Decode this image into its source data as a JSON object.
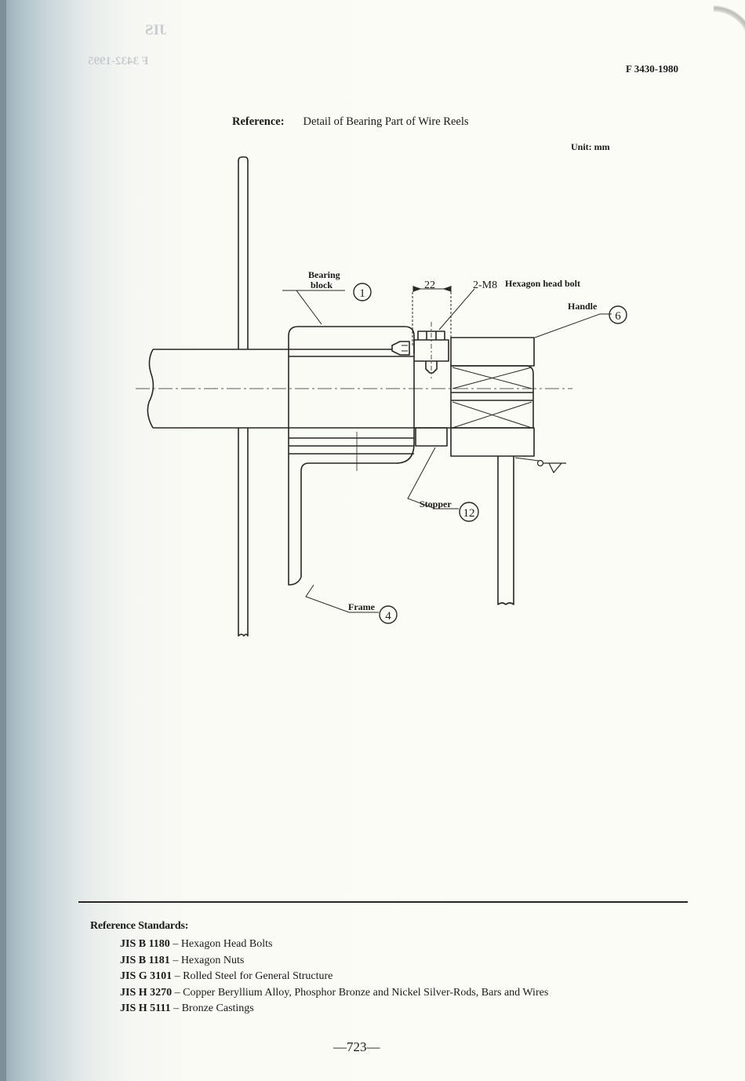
{
  "page": {
    "header_id": "F 3430-1980",
    "bleed_through": {
      "jis": "JIS",
      "number": "F 3432-1995"
    },
    "page_number": "723",
    "page_number_dashes": [
      "—",
      "—"
    ]
  },
  "reference": {
    "label": "Reference:",
    "title": "Detail of Bearing Part of Wire Reels",
    "unit": "Unit:  mm"
  },
  "drawing": {
    "labels": {
      "bearing_block_line1": "Bearing",
      "bearing_block_line2": "block",
      "bearing_block_num": "1",
      "dimension": "22",
      "bolt": "2-M8",
      "bolt_desc": "Hexagon head bolt",
      "handle": "Handle",
      "handle_num": "6",
      "stopper": "Stopper",
      "stopper_num": "12",
      "frame": "Frame",
      "frame_num": "4"
    },
    "colors": {
      "line": "#2a2622",
      "paper": "#fbfbf5"
    }
  },
  "reference_standards": {
    "heading": "Reference Standards:",
    "items": [
      {
        "code": "JIS B 1180",
        "desc": "Hexagon Head Bolts"
      },
      {
        "code": "JIS B 1181",
        "desc": "Hexagon Nuts"
      },
      {
        "code": "JIS G 3101",
        "desc": "Rolled Steel for General Structure"
      },
      {
        "code": "JIS H 3270",
        "desc": "Copper Beryllium Alloy, Phosphor Bronze and Nickel Silver-Rods, Bars and Wires"
      },
      {
        "code": "JIS H 5111",
        "desc": "Bronze Castings"
      }
    ]
  }
}
